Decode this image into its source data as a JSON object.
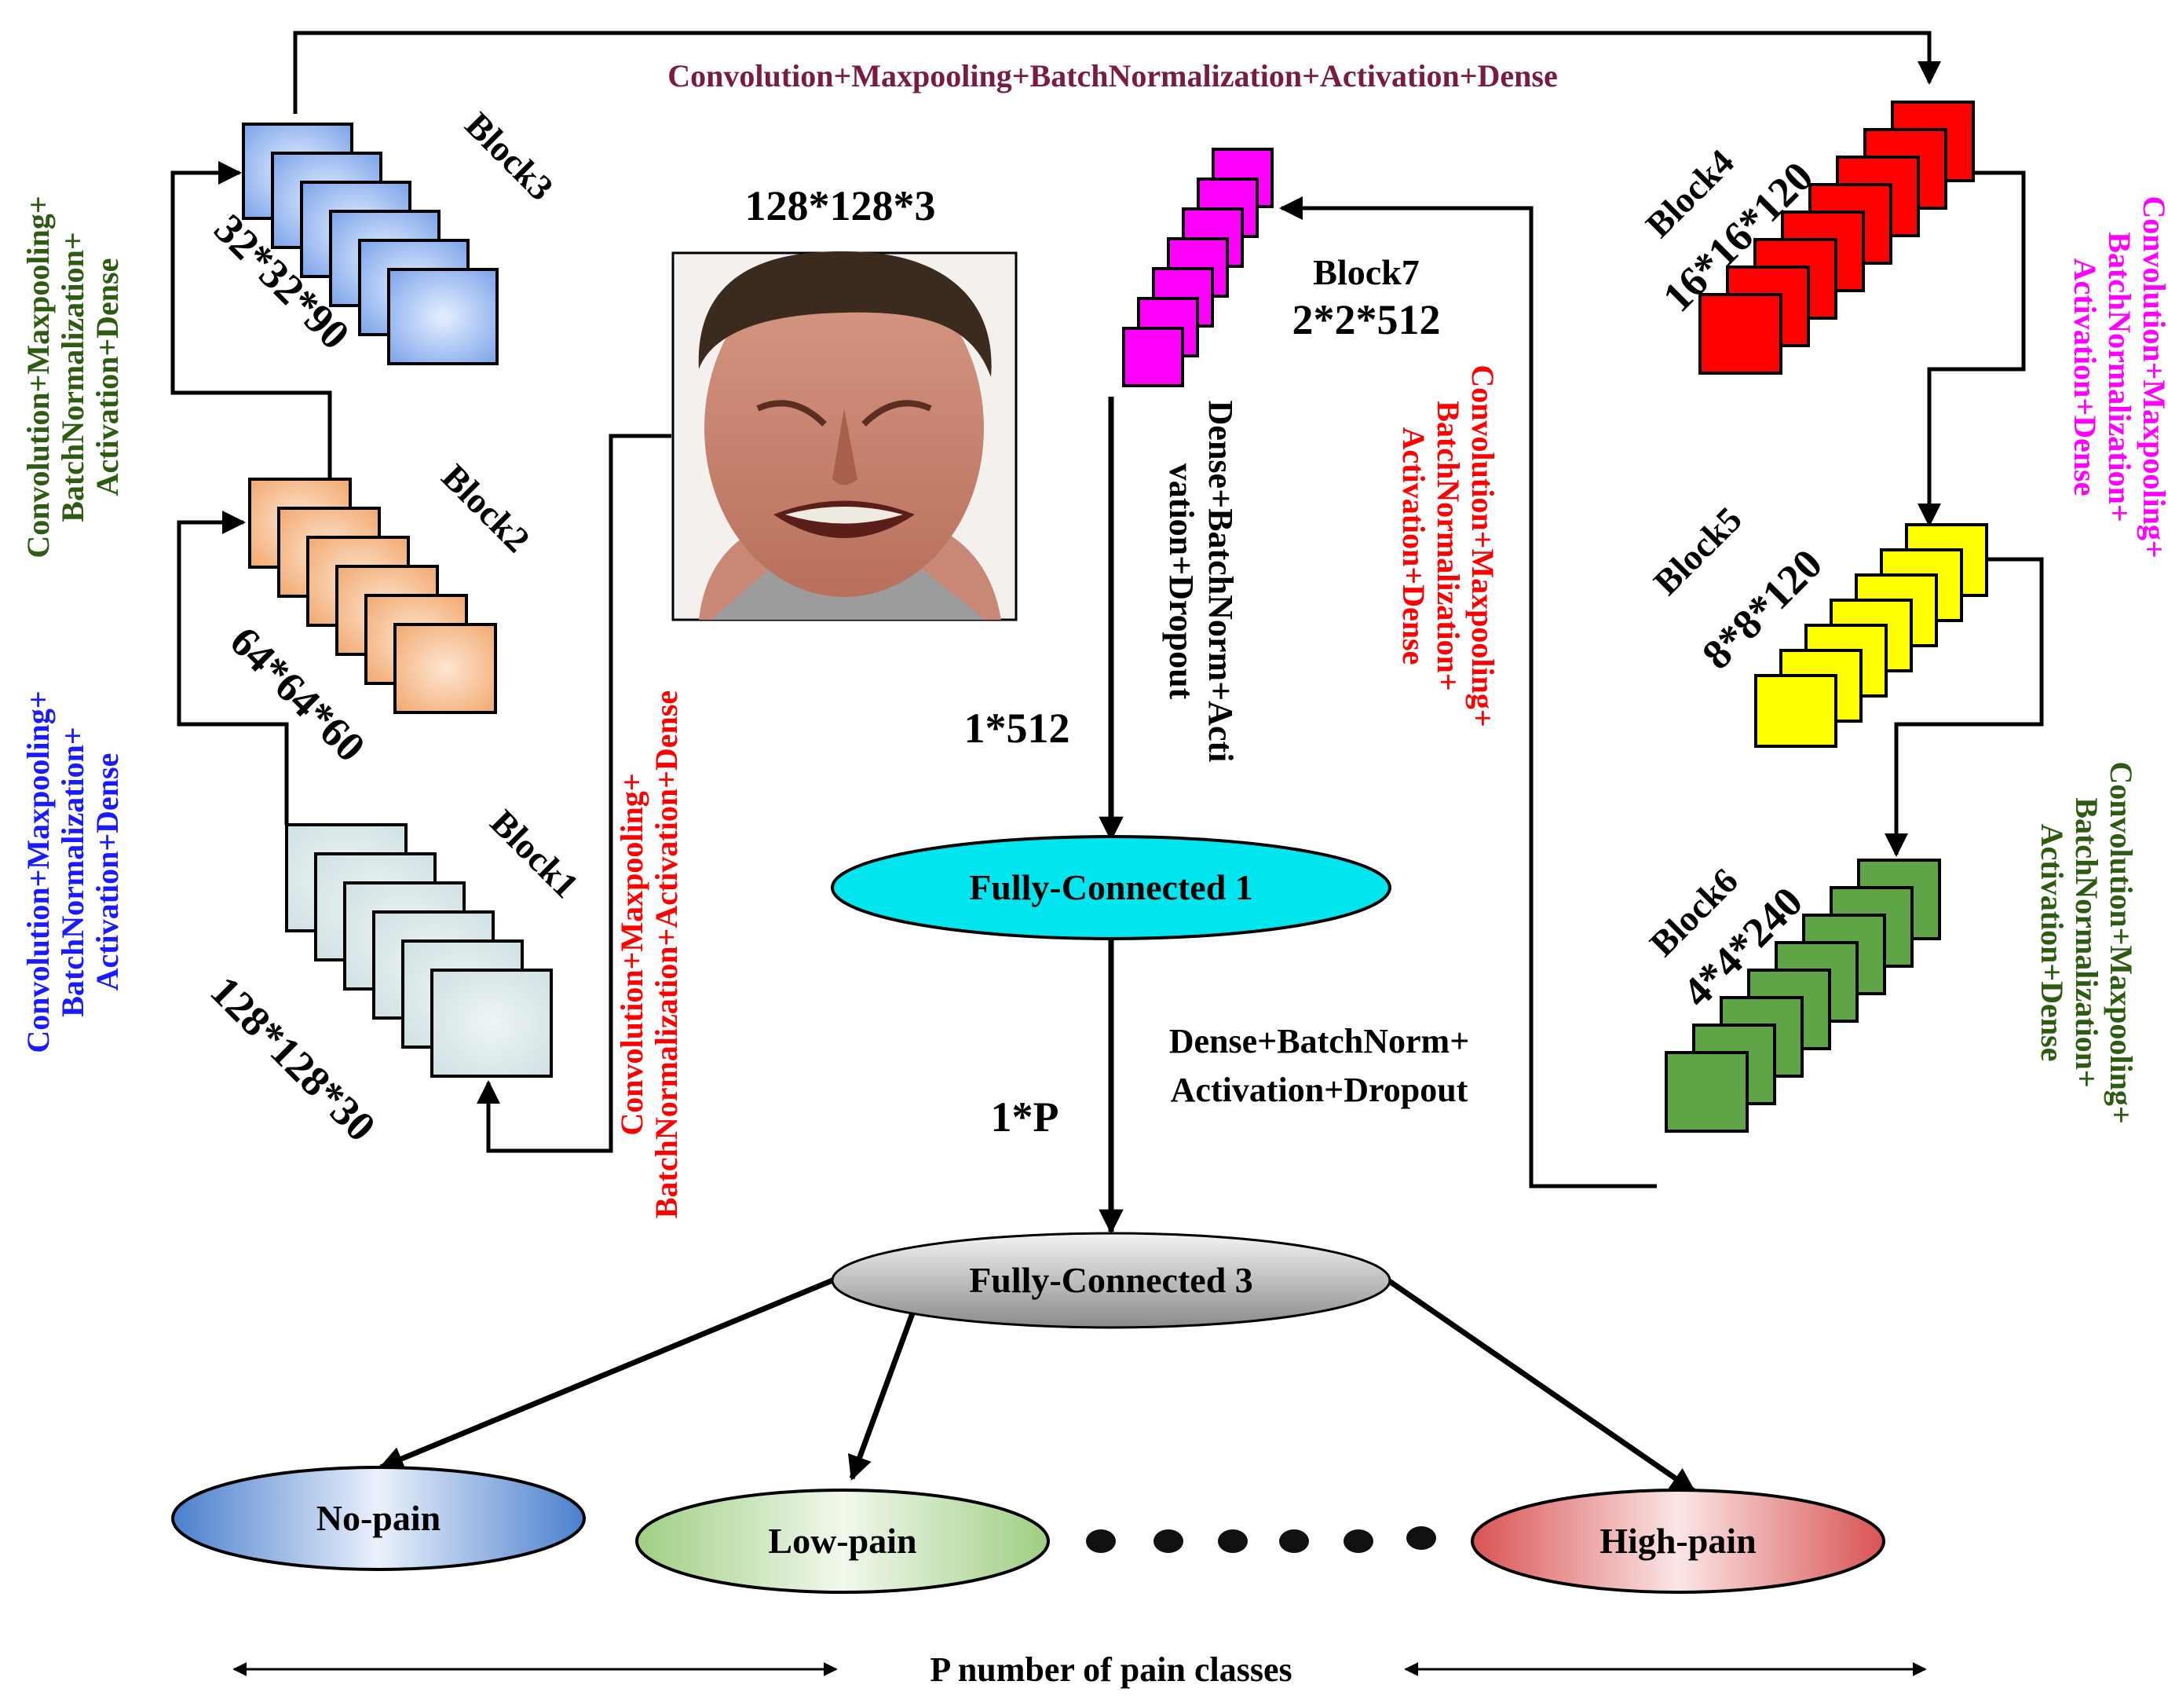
{
  "input": {
    "dims": "128*128*3",
    "photo_desc_icon": "face-photo-icon"
  },
  "blocks": [
    {
      "id": "block1",
      "label": "Block1",
      "dims": "128*128*30",
      "color": "#d5e3e6"
    },
    {
      "id": "block2",
      "label": "Block2",
      "dims": "64*64*60",
      "color": "#f6b888"
    },
    {
      "id": "block3",
      "label": "Block3",
      "dims": "32*32*90",
      "color": "#8fb2ef"
    },
    {
      "id": "block4",
      "label": "Block4",
      "dims": "16*16*120",
      "color": "#ff0000"
    },
    {
      "id": "block5",
      "label": "Block5",
      "dims": "8*8*120",
      "color": "#ffff00"
    },
    {
      "id": "block6",
      "label": "Block6",
      "dims": "4*4*240",
      "color": "#5fa446"
    },
    {
      "id": "block7",
      "label": "Block7",
      "dims": "2*2*512",
      "color": "#ff00ff"
    }
  ],
  "ops": {
    "top": "Convolution+Maxpooling+BatchNormalization+Activation+Dense",
    "left_green": [
      "Convolution+Maxpooling+",
      "BatchNormalization+",
      "Activation+Dense"
    ],
    "left_blue": [
      "Convolution+Maxpooling+",
      "BatchNormalization+",
      "Activation+Dense"
    ],
    "center_red": [
      "Convolution+Maxpooling+",
      "BatchNormalization+Activation+Dense"
    ],
    "mid_red": [
      "Convolution+Maxpooling+",
      "BatchNormalization+",
      "Activation+Dense"
    ],
    "right_magenta": [
      "Convolution+Maxpooling+",
      "BatchNormalization+",
      "Activation+Dense"
    ],
    "right_green": [
      "Convolution+Maxpooling+",
      "BatchNormalization+",
      "Activation+Dense"
    ],
    "dense1": [
      "Dense+BatchNorm+Acti",
      "vation+Dropout"
    ],
    "dense2": [
      "Dense+BatchNorm+",
      "Activation+Dropout"
    ]
  },
  "fc": {
    "fc1": "Fully-Connected 1",
    "fc3": "Fully-Connected 3",
    "dim_fc1": "1*512",
    "dim_fc3": "1*P"
  },
  "classes": [
    {
      "label": "No-pain",
      "color": "#5b8fd2"
    },
    {
      "label": "Low-pain",
      "color": "#a9d28e"
    },
    {
      "label": "High-pain",
      "color": "#e06c6c"
    }
  ],
  "footer": "P number of pain classes",
  "colors": {
    "green_text": "#2e5b12",
    "blue_text": "#1a1aff",
    "red_text": "#ff0000",
    "magenta_text": "#ff00ff",
    "maroon_text": "#7a1c42",
    "fc1_fill": "#00e5ee"
  }
}
